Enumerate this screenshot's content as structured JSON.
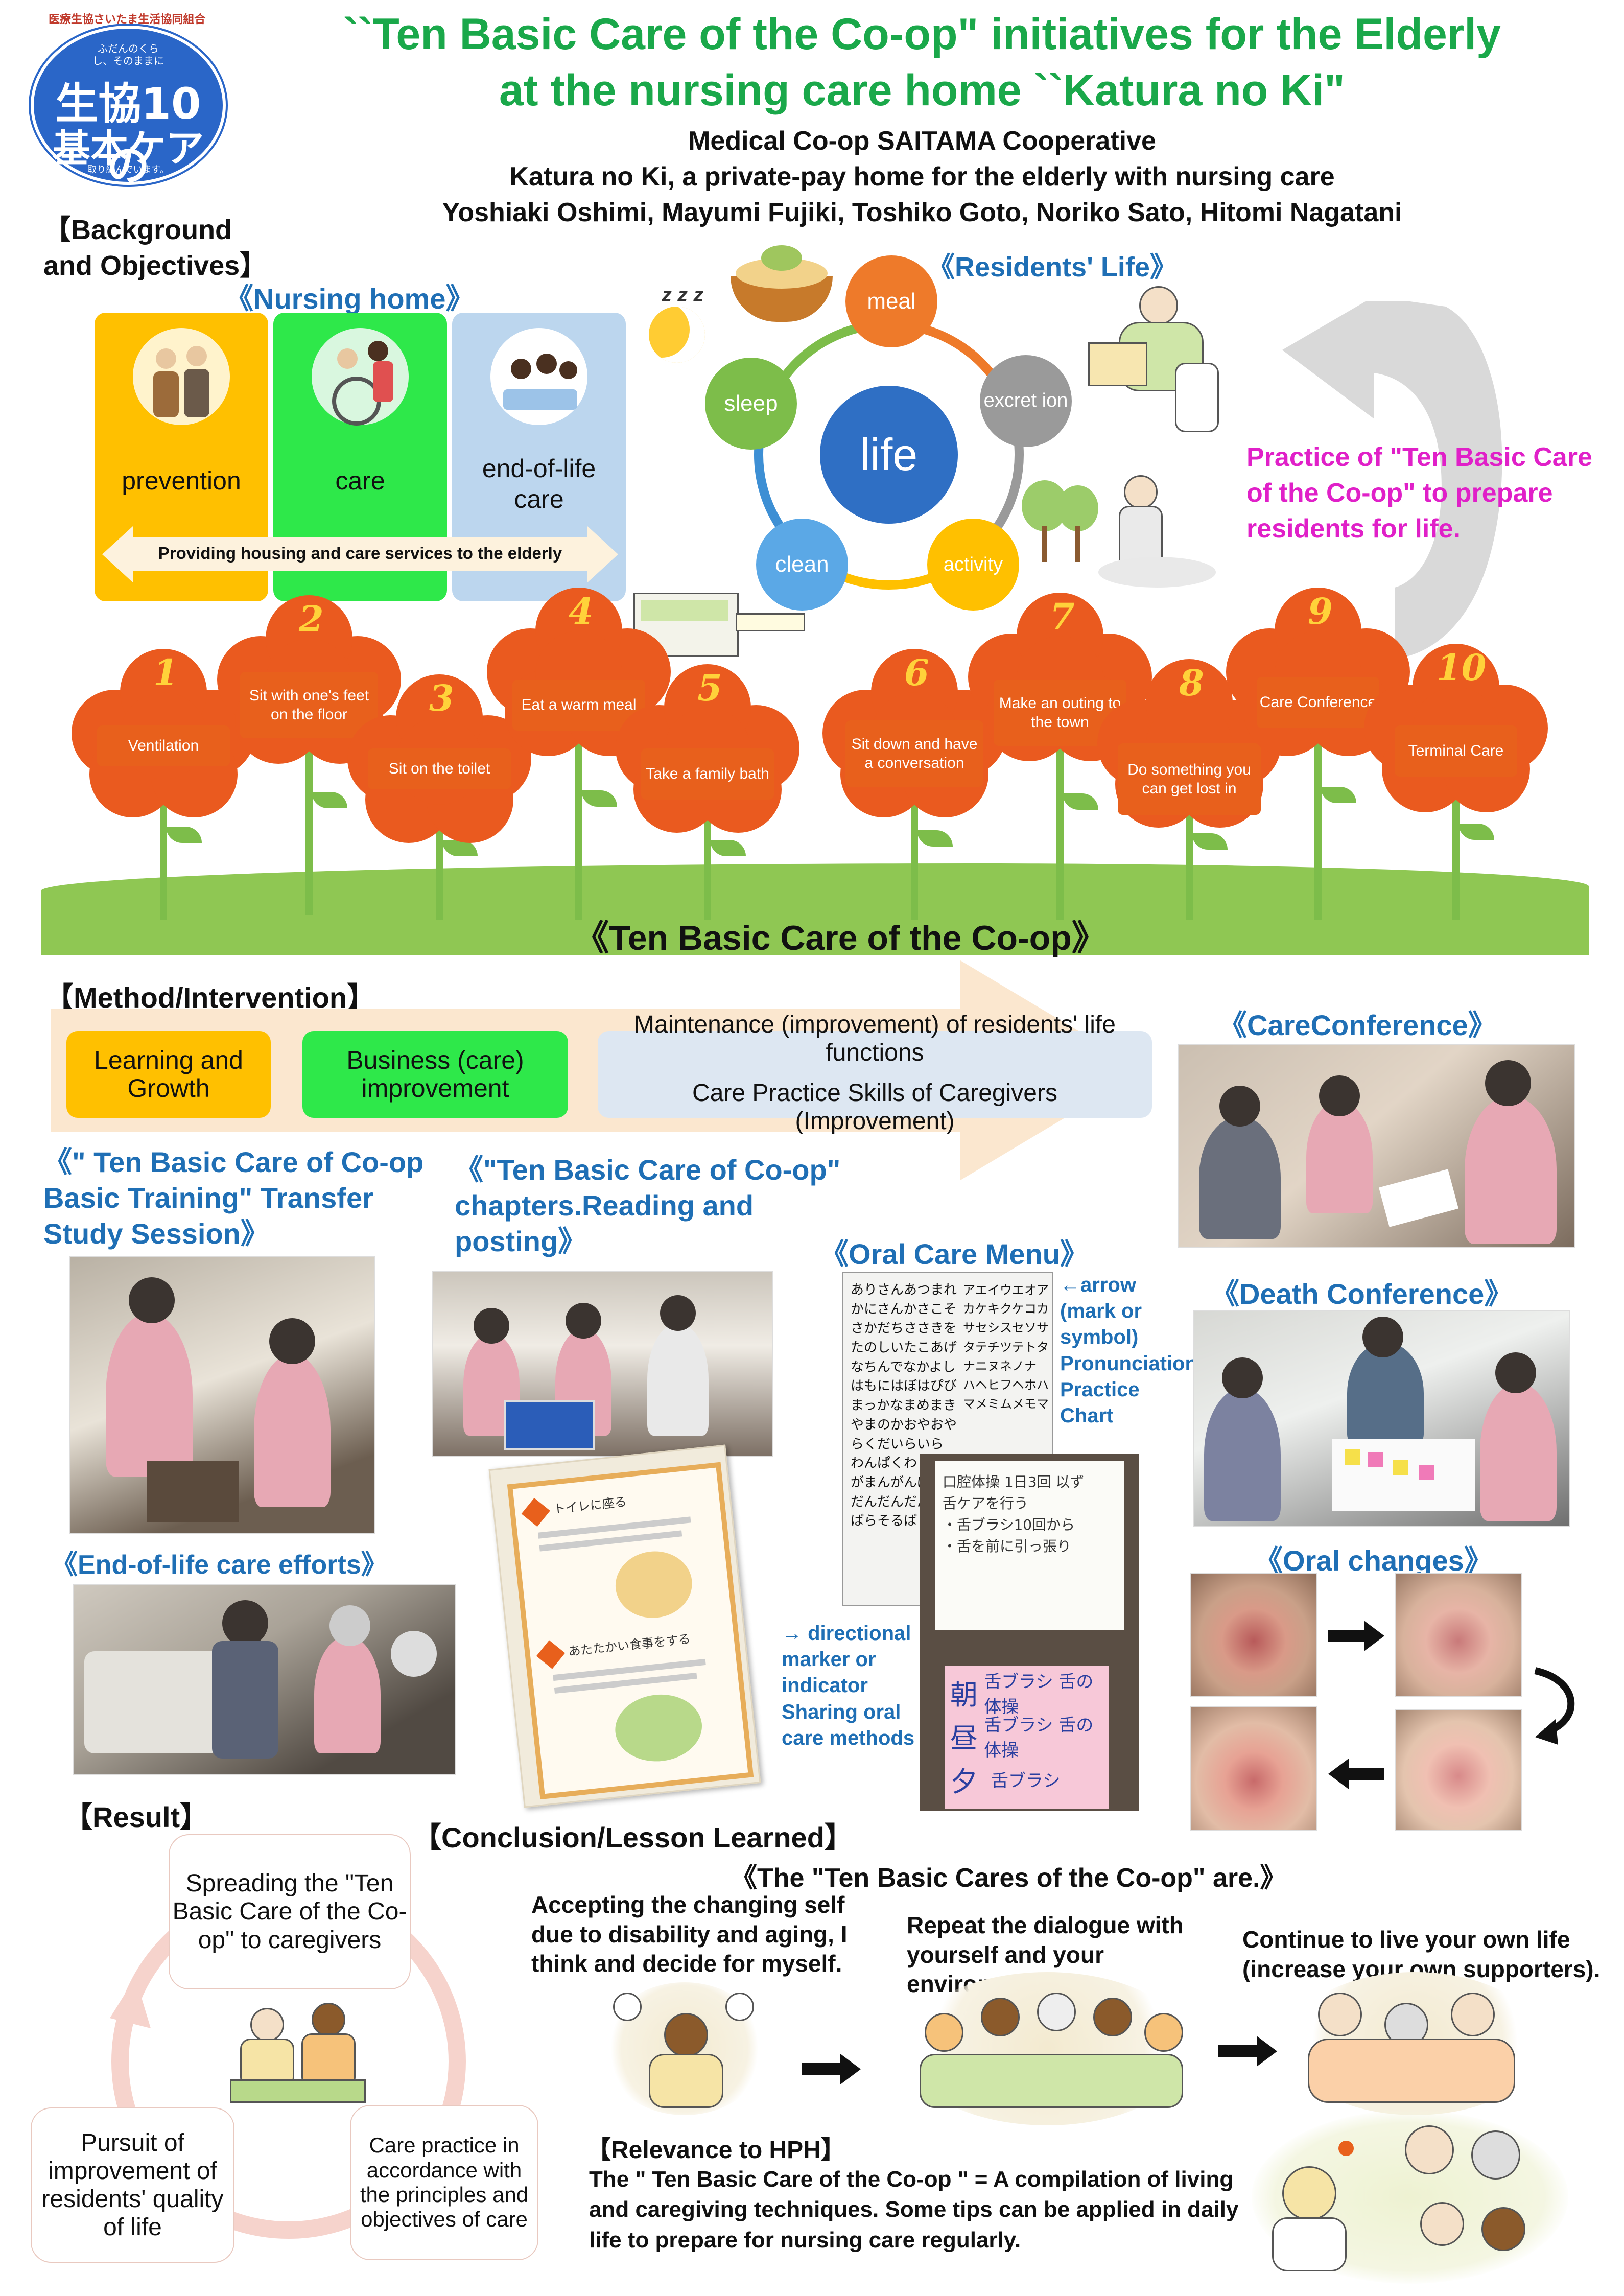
{
  "logo": {
    "top_text": "医療生協さいたま生活協同組合",
    "sub_text": "ふだんのくらし、そのままに",
    "main_text_1": "生協10の",
    "main_text_2": "基本ケア",
    "bottom_text": "取り組んでいます。"
  },
  "header": {
    "title_line1": "``Ten Basic Care of the Co-op\" initiatives for the Elderly",
    "title_line2": "at the nursing care home ``Katura no Ki\"",
    "org": "Medical Co-op SAITAMA Cooperative",
    "facility": "Katura no Ki, a private-pay home for the elderly with nursing care",
    "authors": "Yoshiaki Oshimi,  Mayumi Fujiki, Toshiko Goto, Noriko Sato, Hitomi Nagatani"
  },
  "background": {
    "heading_line1": "【Background",
    "heading_line2": "and Objectives】",
    "nursing_home_title": "《Nursing home》",
    "boxes": [
      "prevention",
      "care",
      "end-of-life care"
    ],
    "arrow_text": "Providing housing and care services to the elderly"
  },
  "residents_life": {
    "title": "《Residents' Life》",
    "center": "life",
    "nodes": [
      "meal",
      "excret ion",
      "activity",
      "clean",
      "sleep"
    ],
    "zzz": "z z z"
  },
  "practice_text": "Practice of \"Ten Basic Care of the Co-op\" to prepare residents for life.",
  "ten_basic": {
    "title": "《Ten Basic Care of the Co-op》",
    "items": [
      {
        "n": "1",
        "label": "Ventilation"
      },
      {
        "n": "2",
        "label": "Sit with one's feet on the floor"
      },
      {
        "n": "3",
        "label": "Sit on the toilet"
      },
      {
        "n": "4",
        "label": "Eat a warm meal"
      },
      {
        "n": "5",
        "label": "Take a family bath"
      },
      {
        "n": "6",
        "label": "Sit down and have a conversation"
      },
      {
        "n": "7",
        "label": "Make an outing to the town"
      },
      {
        "n": "8",
        "label": "Do something you can get lost in"
      },
      {
        "n": "9",
        "label": "Care Conference"
      },
      {
        "n": "10",
        "label": "Terminal Care"
      }
    ]
  },
  "method": {
    "heading": "【Method/Intervention】",
    "box1": "Learning and Growth",
    "box2": "Business (care) improvement",
    "box3_line1": "Maintenance (improvement) of residents' life functions",
    "box3_line2": "Care Practice Skills of Caregivers (Improvement)",
    "training_title": "《\" Ten Basic Care of Co-op Basic Training\" Transfer Study Session》",
    "reading_title": "《\"Ten Basic Care of Co-op\" chapters.Reading and posting》",
    "oral_menu_title": "《Oral Care Menu》",
    "arrow_note": "←arrow (mark or symbol) Pronunciation Practice Chart",
    "directional_note": "→ directional marker or indicator Sharing oral care methods",
    "end_of_life_title": "《End-of-life care efforts》",
    "care_conf_title": "《CareConference》",
    "death_conf_title": "《Death Conference》",
    "oral_changes_title": "《Oral changes》"
  },
  "poster_sheet": {
    "item1": "トイレに座る",
    "item2": "あたたかい食事をする"
  },
  "kana_chart": [
    "ありさんあつまれ",
    "かにさんかさこそ",
    "さかだちささきを",
    "たのしいたこあげ",
    "なちんでなかよし",
    "はもにはぼはぴび",
    "まっかなまめまき",
    "やまのかおやおや",
    "らくだいらいら",
    "わんぱくわ",
    "がまんがんば",
    "だんだんだんご",
    "ぱらそるぱ"
  ],
  "kana_chart_right": [
    "アエイウエオア",
    "カケキクケコカ",
    "サセシスセソサ",
    "タテチツテトタ",
    "ナニヌネノナ",
    "ハヘヒフヘホハ",
    "マメミムメモマ"
  ],
  "oral_note_lines": [
    "口腔体操 1日3回 以ず",
    "舌ケアを行う",
    "・舌ブラシ10回から",
    "・舌を前に引っ張り"
  ],
  "oral_schedule": [
    [
      "朝",
      "舌ブラシ 舌の体操"
    ],
    [
      "昼",
      "舌ブラシ 舌の体操"
    ],
    [
      "夕",
      "舌ブラシ"
    ]
  ],
  "result": {
    "heading": "【Result】",
    "box_top": "Spreading the \"Ten Basic Care of the Co-op\" to caregivers",
    "box_left": "Pursuit of improvement of residents' quality of life",
    "box_right": "Care practice in accordance with the principles and objectives of care"
  },
  "conclusion": {
    "heading": "【Conclusion/Lesson Learned】",
    "subtitle": "《The \"Ten Basic Cares of the Co-op\" are.》",
    "point1": "Accepting the changing self due to disability and aging, I think and decide for myself.",
    "point2": "Repeat the dialogue with yourself and your environment.",
    "point3": "Continue to live your own life (increase your own supporters)."
  },
  "relevance": {
    "heading": "【Relevance to HPH】",
    "text": "The \" Ten Basic Care of the Co-op \" = A compilation of living and caregiving techniques. Some tips can be applied in daily life to prepare for nursing care regularly."
  },
  "colors": {
    "title_green": "#1aa84a",
    "head_blue": "#1f6fb5",
    "magenta": "#e020c8",
    "orange": "#ea5a1f",
    "yellow": "#ffc000",
    "green": "#2ee84a",
    "light_blue": "#bcd6ee"
  }
}
